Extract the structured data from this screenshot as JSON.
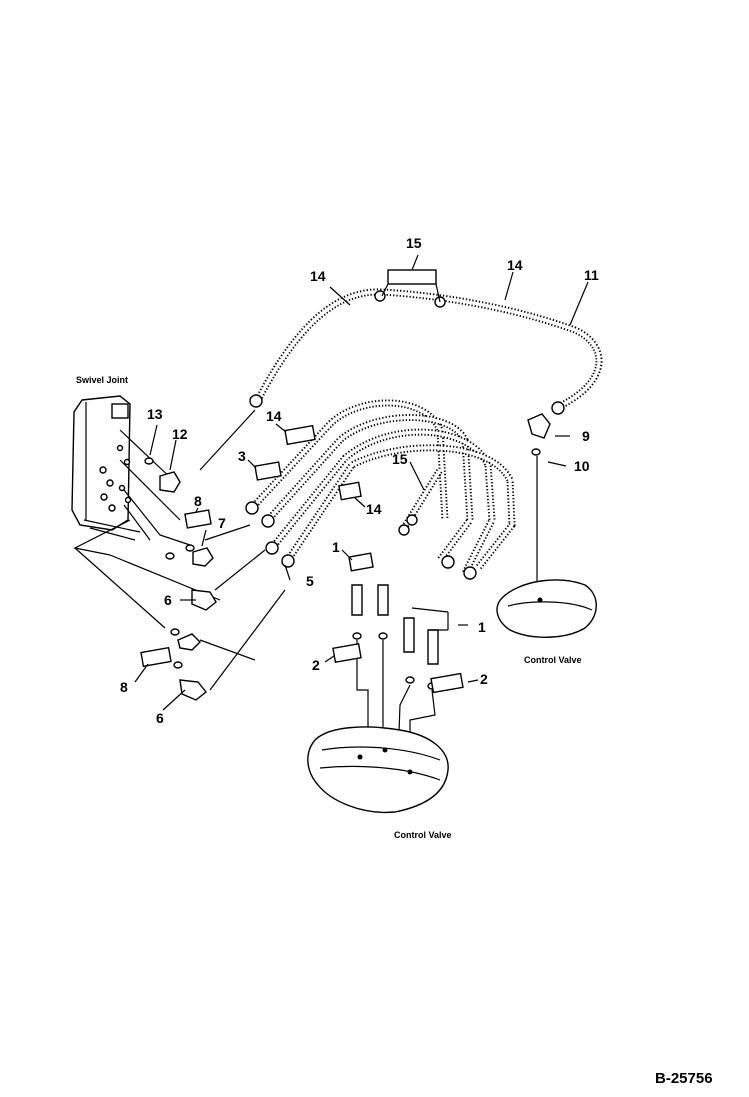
{
  "labels": {
    "swivel_joint": "Swivel Joint",
    "control_valve_right": "Control Valve",
    "control_valve_bottom": "Control Valve",
    "drawing_code": "B-25756"
  },
  "callouts": {
    "c1a": "1",
    "c1b": "1",
    "c2a": "2",
    "c2b": "2",
    "c3": "3",
    "c5": "5",
    "c6a": "6",
    "c6b": "6",
    "c7": "7",
    "c8a": "8",
    "c8b": "8",
    "c9": "9",
    "c10": "10",
    "c11": "11",
    "c12": "12",
    "c13": "13",
    "c14a": "14",
    "c14b": "14",
    "c14c": "14",
    "c14d": "14",
    "c15a": "15",
    "c15b": "15"
  },
  "colors": {
    "ink": "#000000",
    "paper": "#ffffff"
  }
}
